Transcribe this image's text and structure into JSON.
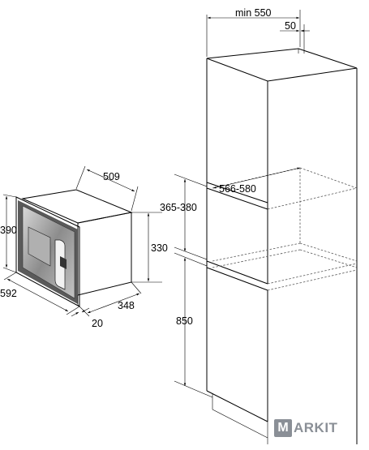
{
  "dimensions": {
    "cabinet_min_width": "min 550",
    "cabinet_offset": "50",
    "niche_width": "566-580",
    "niche_height": "365-380",
    "base_height": "850",
    "oven_depth": "509",
    "oven_height": "390",
    "oven_inner_height": "330",
    "oven_width": "592",
    "oven_front_depth": "20",
    "oven_body_depth": "348"
  },
  "watermark": {
    "letter": "M",
    "text": "ARKIT"
  },
  "colors": {
    "lines": "#000000",
    "dashed": "#555555",
    "watermark": "#8a8f96"
  }
}
